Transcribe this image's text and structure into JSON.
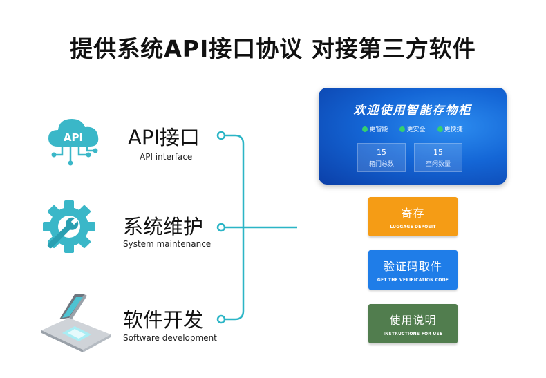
{
  "title": "提供系统API接口协议 对接第三方软件",
  "features": [
    {
      "cn": "API接口",
      "en": "API interface",
      "icon": "cloud-api-icon",
      "icon_text": "API"
    },
    {
      "cn": "系统维护",
      "en": "System maintenance",
      "icon": "gear-wrench-icon"
    },
    {
      "cn": "软件开发",
      "en": "Software development",
      "icon": "laptop-icon"
    }
  ],
  "panel": {
    "title": "欢迎使用智能存物柜",
    "chips": [
      "更智能",
      "更安全",
      "更快捷"
    ],
    "stats": [
      {
        "value": "15",
        "label": "箱门总数"
      },
      {
        "value": "15",
        "label": "空闲数量"
      }
    ]
  },
  "buttons": [
    {
      "cn": "寄存",
      "en": "LUGGAGE DEPOSIT"
    },
    {
      "cn": "验证码取件",
      "en": "GET THE VERIFICATION CODE"
    },
    {
      "cn": "使用说明",
      "en": "INSTRUCTIONS FOR USE"
    }
  ],
  "colors": {
    "connector": "#2bb5c6",
    "icon_teal": "#3ab7c8",
    "panel_blue": "#1466d6",
    "deposit": "#f59c15",
    "verify": "#1f7de8",
    "instructions": "#517d4e"
  }
}
